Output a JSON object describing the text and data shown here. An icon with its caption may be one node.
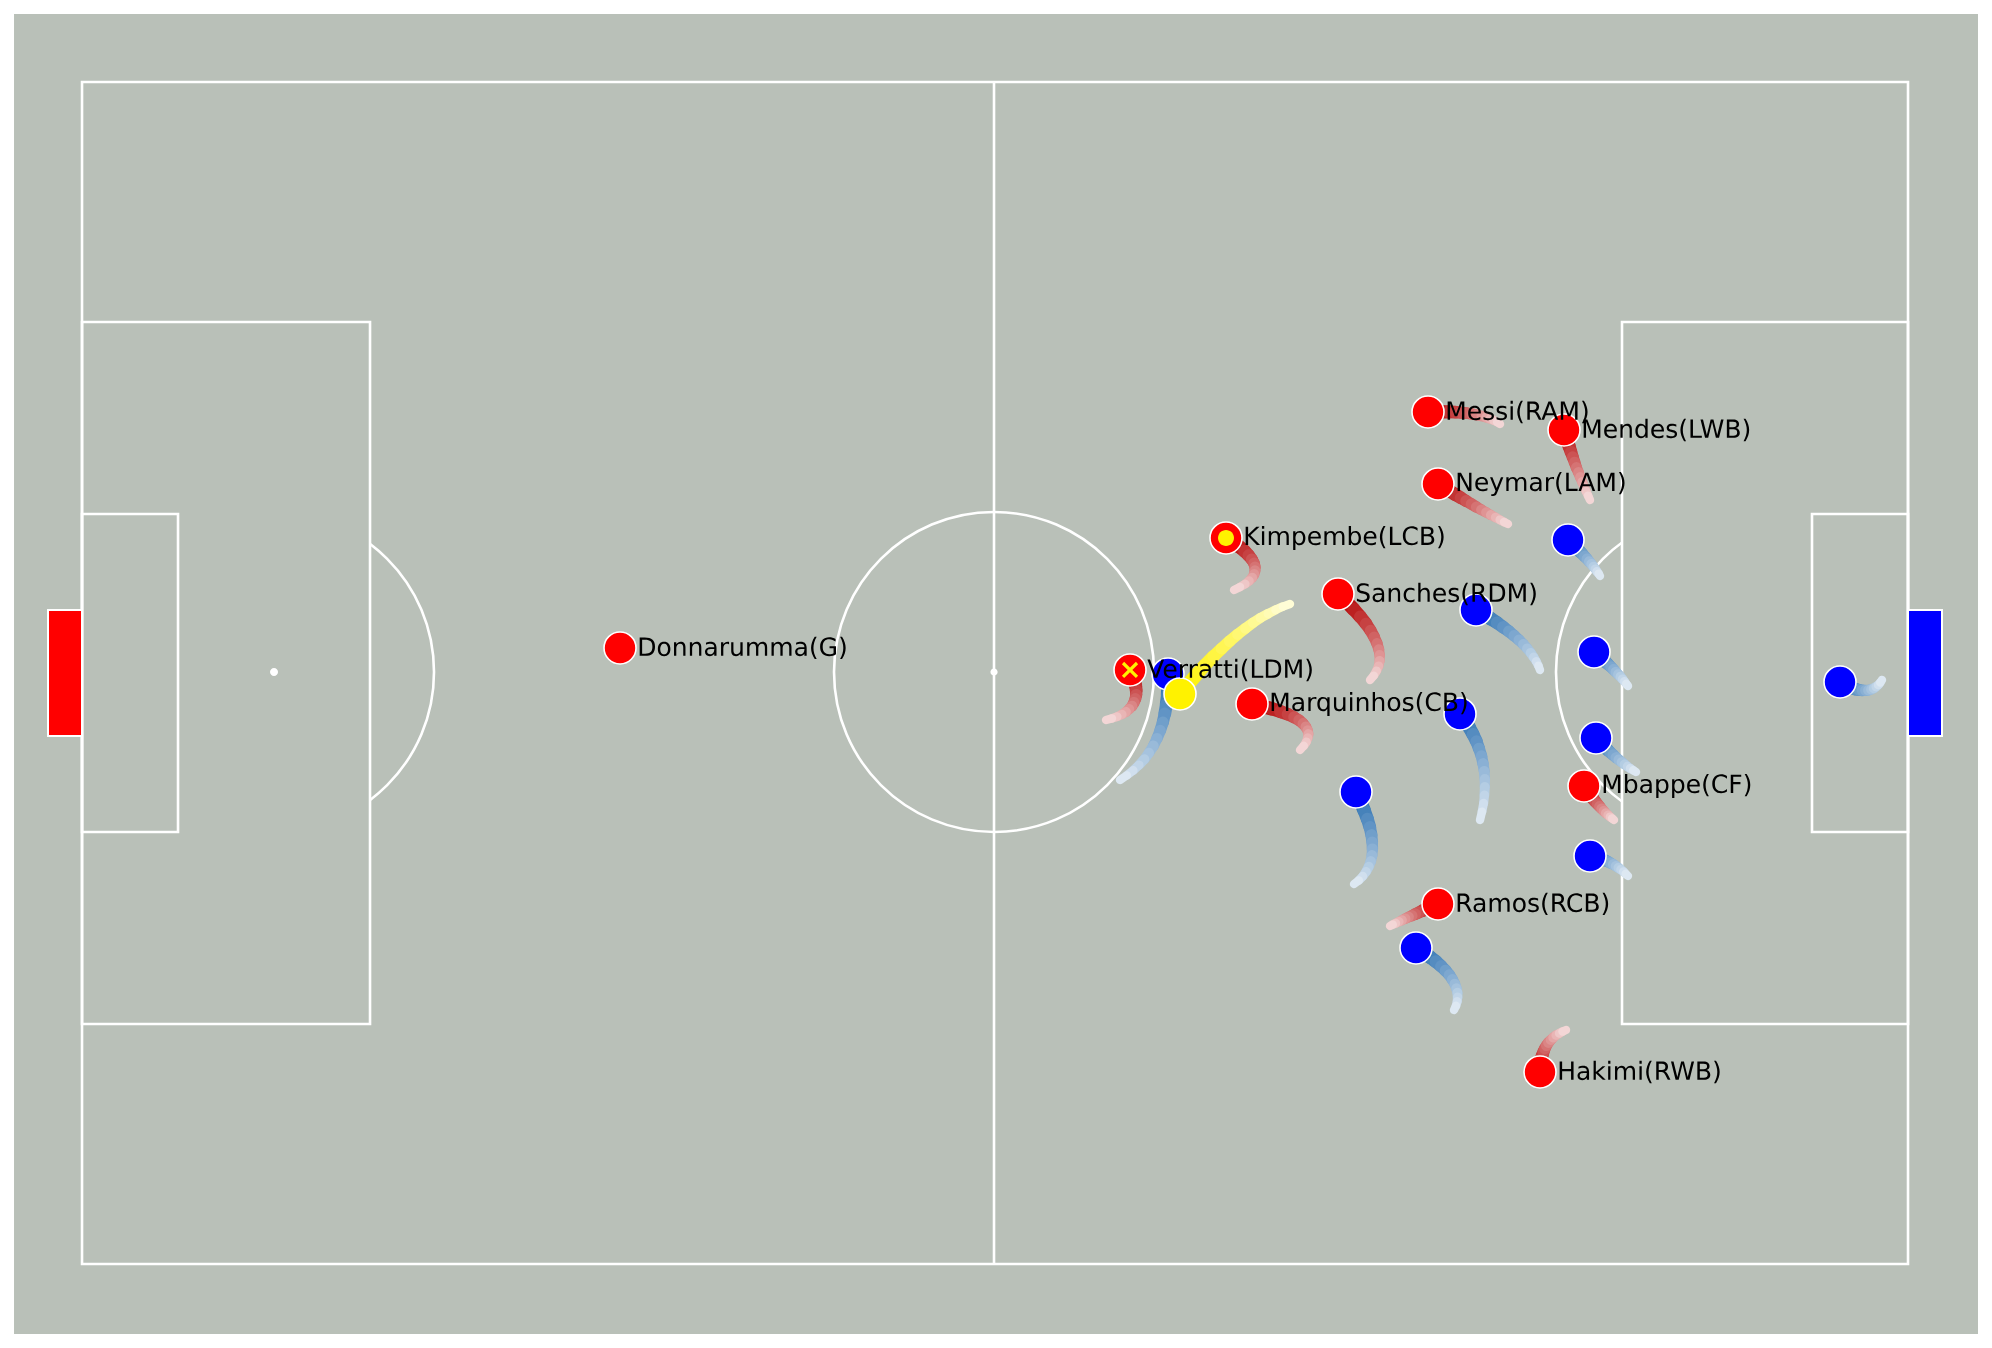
{
  "diagram": {
    "nodes": [
      {
        "text": [],
        "shape": "circle",
        "beside": [
          "Donnarumma(G)"
        ]
      },
      {
        "text": [],
        "shape": "circle",
        "beside": [
          "Verratti(LDM)"
        ]
      },
      {
        "text": [],
        "shape": "circle"
      },
      {
        "text": [],
        "shape": "circle"
      },
      {
        "text": [],
        "shape": "circle",
        "beside": [
          "Kimpembe(LCB)"
        ]
      },
      {
        "text": [],
        "shape": "circle",
        "beside": [
          "Marquinhos(CB)"
        ]
      },
      {
        "text": [],
        "shape": "circle",
        "beside": [
          "Sanches(RDM)"
        ]
      },
      {
        "text": [],
        "shape": "circle"
      },
      {
        "text": [],
        "shape": "circle"
      },
      {
        "text": [],
        "shape": "circle",
        "beside": [
          "Messi(RAM)"
        ]
      },
      {
        "text": [],
        "shape": "circle",
        "beside": [
          "Neymar(LAM)"
        ]
      },
      {
        "text": [],
        "shape": "circle",
        "beside": [
          "Ramos(RCB)"
        ]
      },
      {
        "text": [],
        "shape": "circle"
      },
      {
        "text": [],
        "shape": "circle",
        "beside": [
          "Hakimi(RWB)"
        ]
      },
      {
        "text": [],
        "shape": "circle",
        "beside": [
          "Mendes(LWB)"
        ]
      },
      {
        "text": [],
        "shape": "circle"
      },
      {
        "text": [],
        "shape": "circle",
        "beside": [
          "Mbappe(CF)"
        ]
      },
      {
        "text": [],
        "shape": "circle"
      },
      {
        "text": [],
        "shape": "circle"
      },
      {
        "text": [],
        "shape": "circle"
      },
      {
        "text": [],
        "shape": "circle"
      },
      {
        "text": [],
        "shape": "circle"
      }
    ]
  }
}
